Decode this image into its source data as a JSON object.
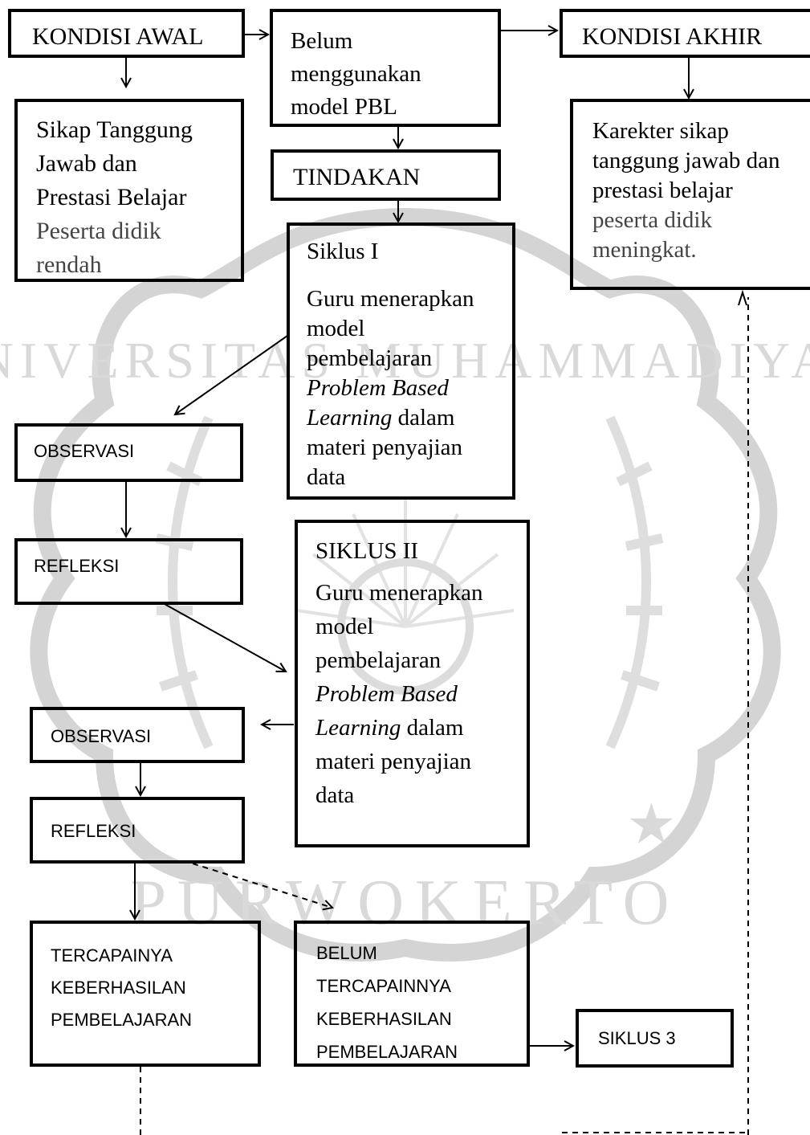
{
  "watermark": {
    "name": "UNIVERSITAS MUHAMMADIYAH PURWOKERTO seal",
    "text_top": "UNIVERSITAS MUHAMMADIYAH",
    "text_bottom": "PURWOKERTO",
    "color": "#d9d9d9"
  },
  "boxes": {
    "kondisi_awal": "KONDISI AWAL",
    "belum_pbl": [
      "Belum",
      "menggunakan",
      "model PBL"
    ],
    "kondisi_akhir": "KONDISI AKHIR",
    "sikap_rendah": [
      "Sikap Tanggung",
      "Jawab dan",
      "Prestasi Belajar",
      "Peserta didik",
      "rendah"
    ],
    "tindakan": "TINDAKAN",
    "karakter_meningkat": [
      "Karekter sikap",
      "tanggung jawab dan",
      "prestasi belajar",
      "peserta didik",
      "meningkat."
    ],
    "siklus1": {
      "title": "Siklus I",
      "l1": "Guru menerapkan",
      "l2": "model",
      "l3": "pembelajaran",
      "l4": "Problem Based",
      "l5_it": "Learning",
      "l5_rest": " dalam",
      "l6": "materi penyajian",
      "l7": "data"
    },
    "observasi1": "OBSERVASI",
    "refleksi1": "REFLEKSI",
    "siklus2": {
      "title": "SIKLUS II",
      "l1": "Guru menerapkan",
      "l2": "model",
      "l3": "pembelajaran",
      "l4": "Problem Based",
      "l5_it": "Learning",
      "l5_rest": " dalam",
      "l6": "materi penyajian",
      "l7": "data"
    },
    "observasi2": "OBSERVASI",
    "refleksi2": "REFLEKSI",
    "tercapainya": [
      "TERCAPAINYA",
      "KEBERHASILAN",
      "PEMBELAJARAN"
    ],
    "belum_tercapai": [
      "BELUM",
      "TERCAPAINNYA",
      "KEBERHASILAN",
      "PEMBELAJARAN"
    ],
    "siklus3": "SIKLUS 3"
  }
}
